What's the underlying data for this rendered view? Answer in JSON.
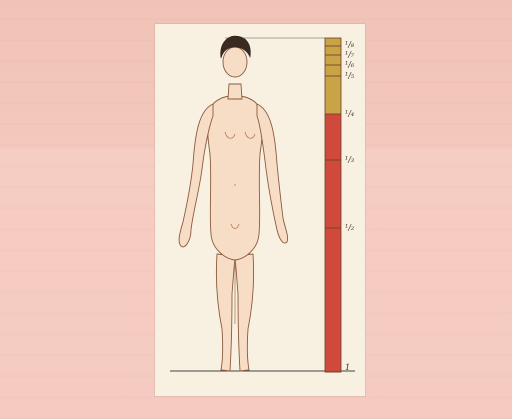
{
  "plate": {
    "figure": "standing-female-figure-front-view",
    "scale_bar": {
      "colors": {
        "top": "#c9a447",
        "bottom": "#cf4a3b",
        "mark": "#6b3b2a"
      },
      "labels": [
        "¹/₈",
        "¹/₇",
        "¹/₆",
        "¹/₅",
        "¹/₄",
        "¹/₃",
        "¹/₂",
        "1"
      ]
    }
  }
}
